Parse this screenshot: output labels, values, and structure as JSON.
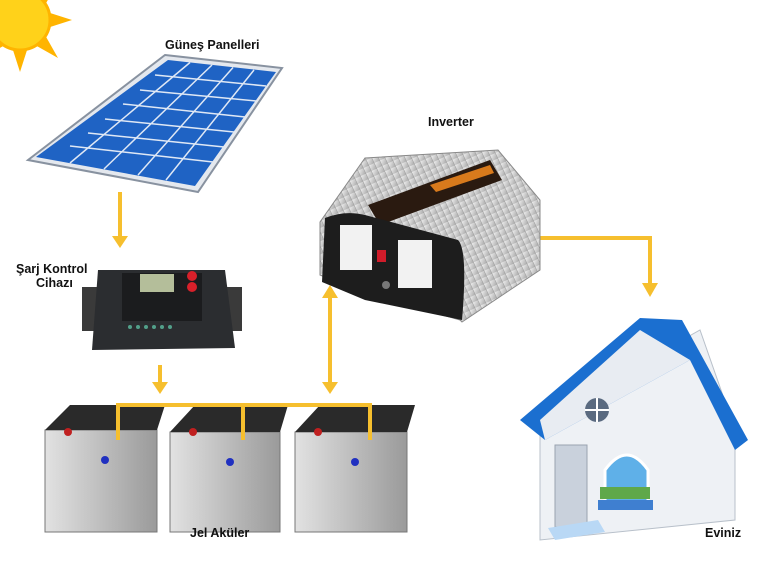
{
  "labels": {
    "panels": "Güneş Panelleri",
    "inverter": "Inverter",
    "controller_line1": "Şarj Kontrol",
    "controller_line2": "Cihazı",
    "batteries": "Jel Aküler",
    "home": "Eviniz"
  },
  "colors": {
    "connector": "#f6bf2e",
    "panel": "#1f63c4",
    "roof": "#1b6fd0",
    "sun": "#ffd21a"
  }
}
